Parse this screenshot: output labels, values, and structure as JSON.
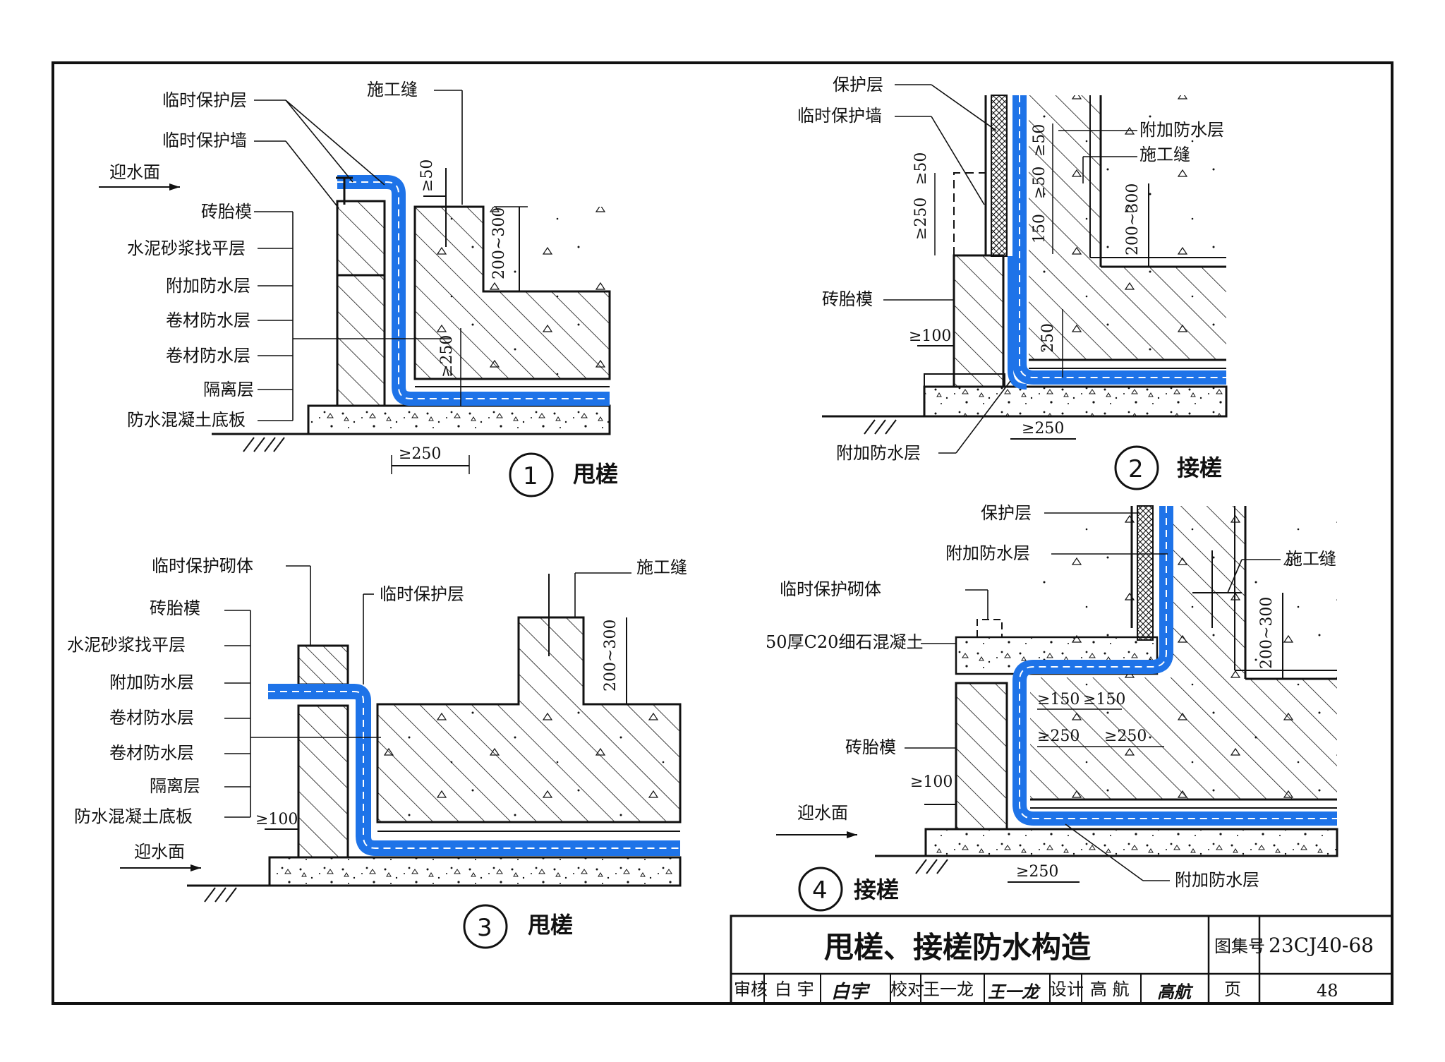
{
  "labels": {
    "temp_protect_layer": "临时保护层",
    "temp_protect_wall": "临时保护墙",
    "temp_protect_masonry": "临时保护砌体",
    "water_face": "迎水面",
    "brick_mold": "砖胎模",
    "mortar_leveling": "水泥砂浆找平层",
    "additional_waterproof": "附加防水层",
    "membrane_waterproof": "卷材防水层",
    "isolation_layer": "隔离层",
    "waterproof_slab": "防水混凝土底板",
    "construction_joint": "施工缝",
    "protect_layer": "保护层",
    "fine_concrete": "50厚C20细石混凝土"
  },
  "dims": {
    "ge250": "≥250",
    "ge50": "≥50",
    "ge100": "≥100",
    "ge150": "≥150",
    "r200_300": "200~300",
    "d250": "250",
    "d150": "150",
    "d50": "50"
  },
  "details": [
    {
      "number": "1",
      "name": "甩槎"
    },
    {
      "number": "2",
      "name": "接槎"
    },
    {
      "number": "3",
      "name": "甩槎"
    },
    {
      "number": "4",
      "name": "接槎"
    }
  ],
  "title_block": {
    "title": "甩槎、接槎防水构造",
    "atlas_label": "图集号",
    "atlas_no": "23CJ40-68",
    "review_label": "审核",
    "reviewer": "白 宇",
    "reviewer_sig": "白宇",
    "check_label": "校对",
    "checker": "王一龙",
    "checker_sig": "王一龙",
    "design_label": "设计",
    "designer": "高 航",
    "designer_sig": "高航",
    "page_label": "页",
    "page_no": "48"
  },
  "colors": {
    "membrane": "#1e73e8",
    "line": "#111111"
  }
}
